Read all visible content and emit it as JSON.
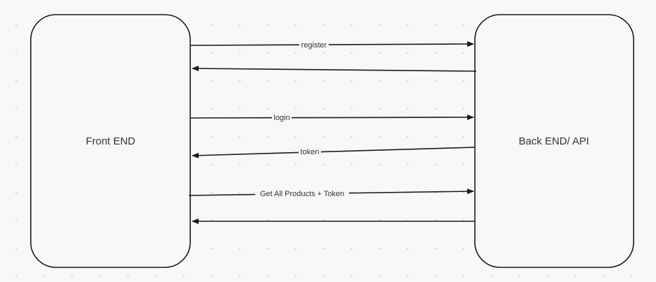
{
  "nodes": {
    "frontend": {
      "label": "Front END"
    },
    "backend": {
      "label": "Back END/ API"
    }
  },
  "edges": [
    {
      "label": "register",
      "direction": "frontend-to-backend"
    },
    {
      "label": "",
      "direction": "backend-to-frontend"
    },
    {
      "label": "login",
      "direction": "frontend-to-backend"
    },
    {
      "label": "token",
      "direction": "backend-to-frontend"
    },
    {
      "label": "Get All Products + Token",
      "direction": "frontend-to-backend"
    },
    {
      "label": "",
      "direction": "backend-to-frontend"
    }
  ],
  "colors": {
    "stroke": "#1a1a1a",
    "background": "#f8f8f7",
    "grid_dot": "#c9c9c9"
  }
}
